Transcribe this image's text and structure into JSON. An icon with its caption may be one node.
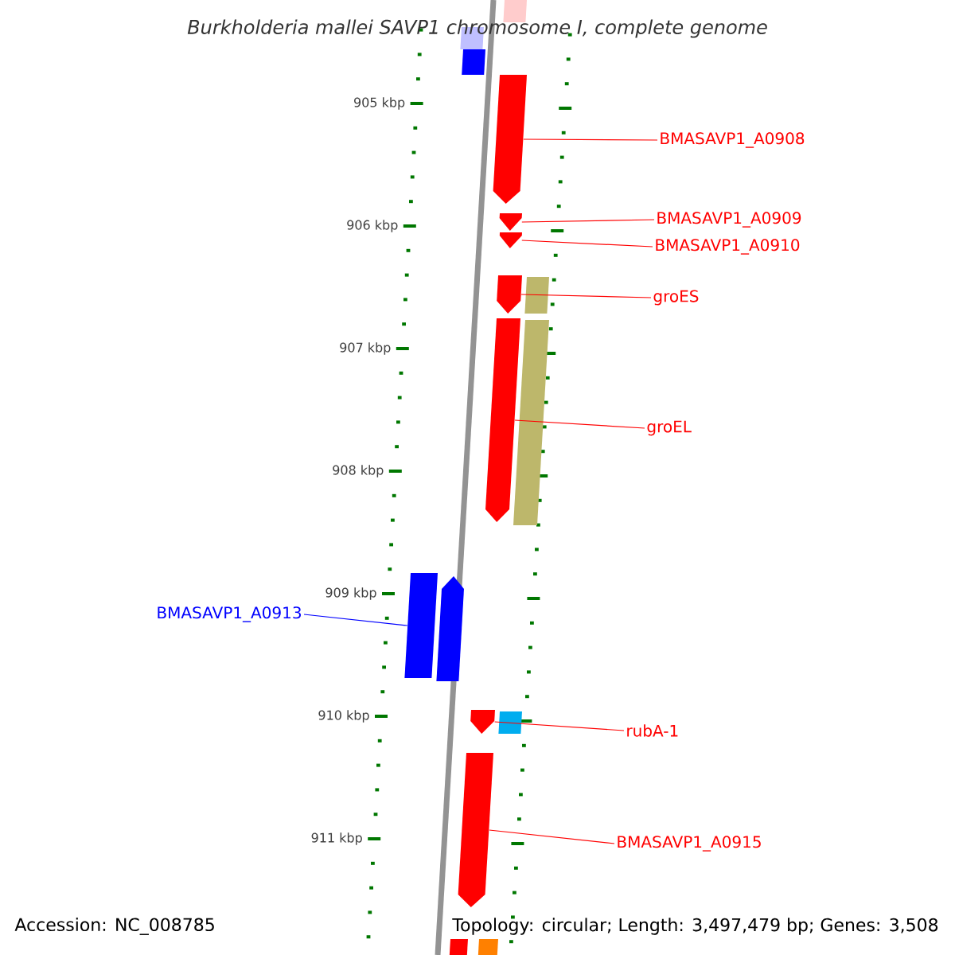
{
  "diagram": {
    "title": "*Burkholderia mallei* *SAVP1 chromosome I, complete genome*",
    "nodes": [
      {
        "text": [
          "BMASAVP1_A0908"
        ]
      },
      {
        "text": [],
        "shape": "bar"
      },
      {
        "text": [
          "BMASAVP1_A0909"
        ]
      },
      {
        "text": [],
        "shape": "bar"
      },
      {
        "text": [
          "BMASAVP1_A0910"
        ]
      },
      {
        "text": [],
        "shape": "bar"
      },
      {
        "text": [
          "groES"
        ]
      },
      {
        "text": [],
        "shape": "bar"
      },
      {
        "text": [],
        "shape": "box"
      },
      {
        "text": [
          "groEL"
        ]
      },
      {
        "text": [],
        "shape": "bar"
      },
      {
        "text": [],
        "shape": "box"
      },
      {
        "text": [
          "BMASAVP1_A0913"
        ]
      },
      {
        "text": [],
        "shape": "bar"
      },
      {
        "text": [
          "rubA-1"
        ]
      },
      {
        "text": [],
        "shape": "bar"
      },
      {
        "text": [
          "BMASAVP1_A0915"
        ]
      },
      {
        "text": [],
        "shape": "bar"
      }
    ],
    "edges": [
      {
        "from": 0,
        "to": 1,
        "arrow": "none"
      },
      {
        "from": 2,
        "to": 3,
        "arrow": "none"
      },
      {
        "from": 4,
        "to": 5,
        "arrow": "none"
      },
      {
        "from": 6,
        "to": 7,
        "arrow": "none"
      },
      {
        "from": 9,
        "to": 10,
        "arrow": "none"
      },
      {
        "from": 12,
        "to": 13,
        "arrow": "none",
        "color": "#0000ff"
      },
      {
        "from": 14,
        "to": 15,
        "arrow": "none"
      },
      {
        "from": 16,
        "to": 17,
        "arrow": "none"
      }
    ],
    "labels": [
      "905 kbp",
      "906 kbp",
      "907 kbp",
      "908 kbp",
      "909 kbp",
      "910 kbp",
      "911 kbp",
      "Accession: NC_008785",
      "Topology: circular; Length: 3,497,479 bp; Genes: 3,508"
    ]
  }
}
